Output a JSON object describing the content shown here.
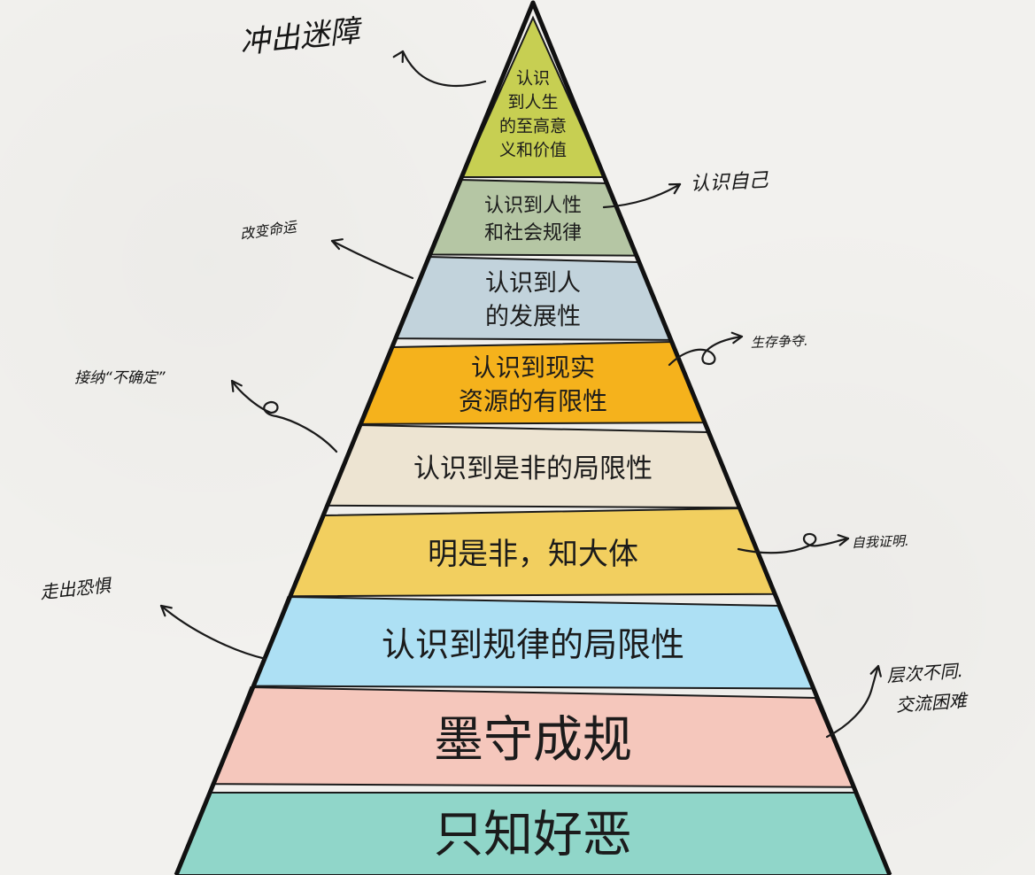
{
  "tiers": [
    {
      "lines": [
        "认识",
        "到人生",
        "的至高意",
        "义和价值"
      ],
      "color": "#c7cf52"
    },
    {
      "lines": [
        "认识到人性",
        "和社会规律"
      ],
      "color": "#b5c6a4"
    },
    {
      "lines": [
        "认识到人",
        "的发展性"
      ],
      "color": "#c2d3dc"
    },
    {
      "lines": [
        "认识到现实",
        "资源的有限性"
      ],
      "color": "#f5b21c"
    },
    {
      "lines": [
        "认识到是非的局限性"
      ],
      "color": "#ede4d2"
    },
    {
      "lines": [
        "明是非，知大体"
      ],
      "color": "#f2cf5f"
    },
    {
      "lines": [
        "认识到规律的局限性"
      ],
      "color": "#ade0f4"
    },
    {
      "lines": [
        "墨守成规"
      ],
      "color": "#f5c7bc"
    },
    {
      "lines": [
        "只知好恶"
      ],
      "color": "#90d6c9"
    }
  ],
  "annotations": [
    {
      "lines": [
        "冲出迷障"
      ]
    },
    {
      "lines": [
        "认识自己"
      ]
    },
    {
      "lines": [
        "改变命运"
      ]
    },
    {
      "lines": [
        "生存争夺."
      ]
    },
    {
      "lines": [
        "接纳“不确定”"
      ]
    },
    {
      "lines": [
        "自我证明."
      ]
    },
    {
      "lines": [
        "走出恐惧"
      ]
    },
    {
      "lines": [
        "层次不同.",
        "交流困难"
      ]
    }
  ]
}
